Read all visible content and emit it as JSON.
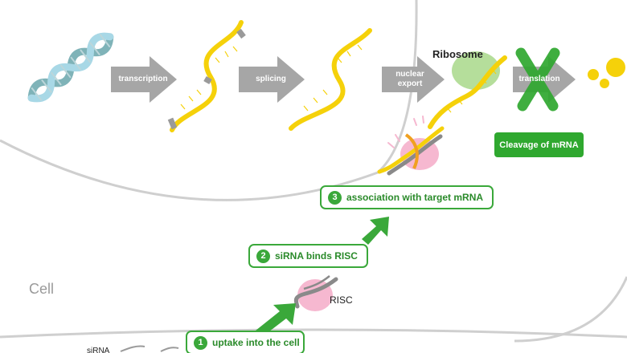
{
  "labels": {
    "ribosome": "Ribosome",
    "risc": "RISC",
    "cell": "Cell",
    "sirna": "siRNA",
    "cleavage": "Cleavage of mRNA"
  },
  "arrows": {
    "transcription": "transcription",
    "splicing": "splicing",
    "nuclear_export_line1": "nuclear",
    "nuclear_export_line2": "export",
    "translation": "translation"
  },
  "steps": [
    {
      "number": "1",
      "label": "uptake into the cell"
    },
    {
      "number": "2",
      "label": "siRNA binds RISC"
    },
    {
      "number": "3",
      "label": "association with target mRNA"
    }
  ],
  "colors": {
    "step_green": "#3aa83a",
    "arrow_green": "#2fa82f",
    "process_arrow_gray": "#a6a6a6",
    "mrna_yellow": "#f5d10a",
    "ribosome_green": "#a8d88a",
    "risc_pink": "#f6b8d0",
    "dna_teal": "#7fb3b8"
  }
}
